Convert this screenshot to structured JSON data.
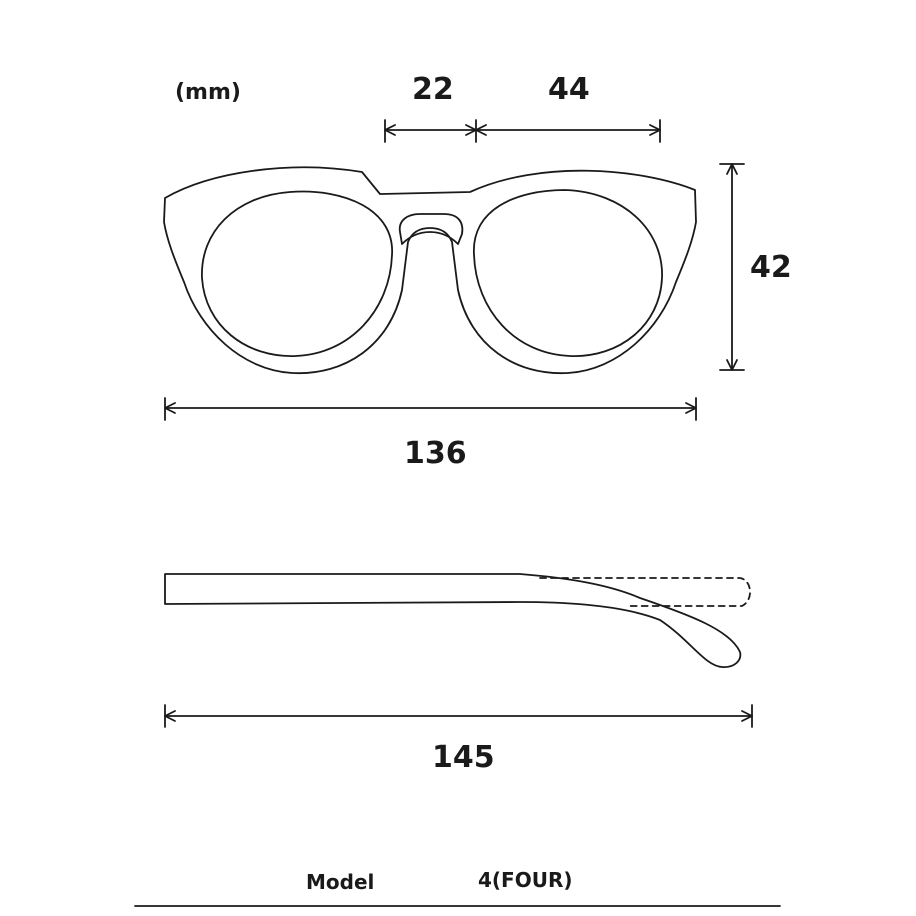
{
  "diagram": {
    "unit_label": "(mm)",
    "bridge_width": "22",
    "lens_width": "44",
    "lens_height": "42",
    "frame_width": "136",
    "temple_length": "145"
  },
  "footer": {
    "model_label": "Model",
    "model_value": "4(FOUR)"
  },
  "colors": {
    "line": "#1a1a1a",
    "background": "#ffffff"
  }
}
